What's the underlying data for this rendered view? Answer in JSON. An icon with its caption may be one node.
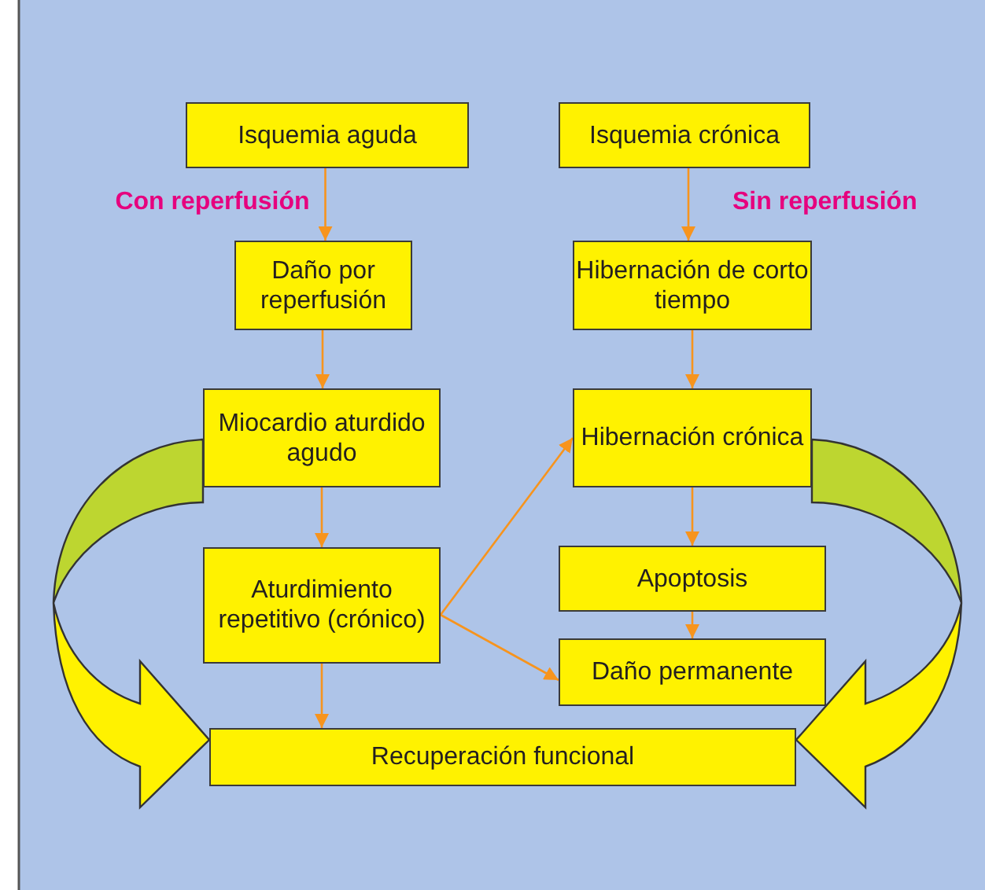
{
  "diagram": {
    "nodes": [
      {
        "text": [
          "Isquemia aguda"
        ]
      },
      {
        "text": [
          "Isquemia crónica"
        ]
      },
      {
        "text": [
          "Daño por reperfusión"
        ]
      },
      {
        "text": [
          "Hibernación de corto tiempo"
        ]
      },
      {
        "text": [
          "Miocardio aturdido agudo"
        ]
      },
      {
        "text": [
          "Hibernación crónica"
        ]
      },
      {
        "text": [
          "Aturdimiento repetitivo (crónico)"
        ]
      },
      {
        "text": [
          "Apoptosis"
        ]
      },
      {
        "text": [
          "Daño permanente"
        ]
      },
      {
        "text": [
          "Recuperación funcional"
        ]
      }
    ],
    "edges": [
      {
        "from": 0,
        "to": 2,
        "arrow": "to",
        "label": "Con reperfusión"
      },
      {
        "from": 1,
        "to": 3,
        "arrow": "to",
        "label": "Sin reperfusión"
      },
      {
        "from": 2,
        "to": 4,
        "arrow": "to"
      },
      {
        "from": 3,
        "to": 5,
        "arrow": "to"
      },
      {
        "from": 4,
        "to": 6,
        "arrow": "to"
      },
      {
        "from": 6,
        "to": 5,
        "arrow": "to"
      },
      {
        "from": 6,
        "to": 8,
        "arrow": "to"
      },
      {
        "from": 5,
        "to": 7,
        "arrow": "to"
      },
      {
        "from": 7,
        "to": 8,
        "arrow": "to"
      },
      {
        "from": 6,
        "to": 9,
        "arrow": "to"
      },
      {
        "from": 4,
        "to": 9,
        "arrow": "to",
        "style": "thick",
        "color": "#fff200"
      },
      {
        "from": 5,
        "to": 9,
        "arrow": "to",
        "style": "thick",
        "color": "#fff200"
      }
    ]
  }
}
